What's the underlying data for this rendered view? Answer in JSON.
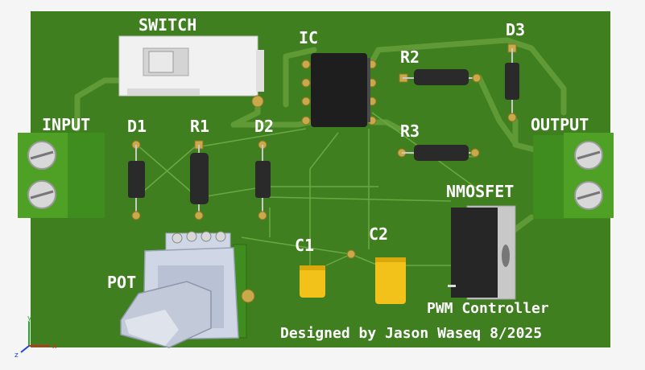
{
  "board": {
    "colors": {
      "pcb": "#3f7f1f",
      "trace": "#5f9a37",
      "silkscreen": "#ffffff",
      "pad": "#c9a94a",
      "terminal": "#4fa126",
      "component_body": "#2a2a2a",
      "capacitor": "#f2c21a",
      "switch": "#f1f1f1",
      "pot": "#cfd6e6"
    },
    "labels": {
      "switch": "SWITCH",
      "ic": "IC",
      "r2": "R2",
      "d3": "D3",
      "input": "INPUT",
      "d1": "D1",
      "r1": "R1",
      "d2": "D2",
      "r3": "R3",
      "output": "OUTPUT",
      "nmosfet": "NMOSFET",
      "c1": "C1",
      "c2": "C2",
      "pot": "POT",
      "subtitle": "PWM Controller",
      "credit": "Designed by Jason Waseq 8/2025"
    }
  },
  "axes_gizmo": {
    "x": "x",
    "y": "y",
    "z": "z"
  }
}
